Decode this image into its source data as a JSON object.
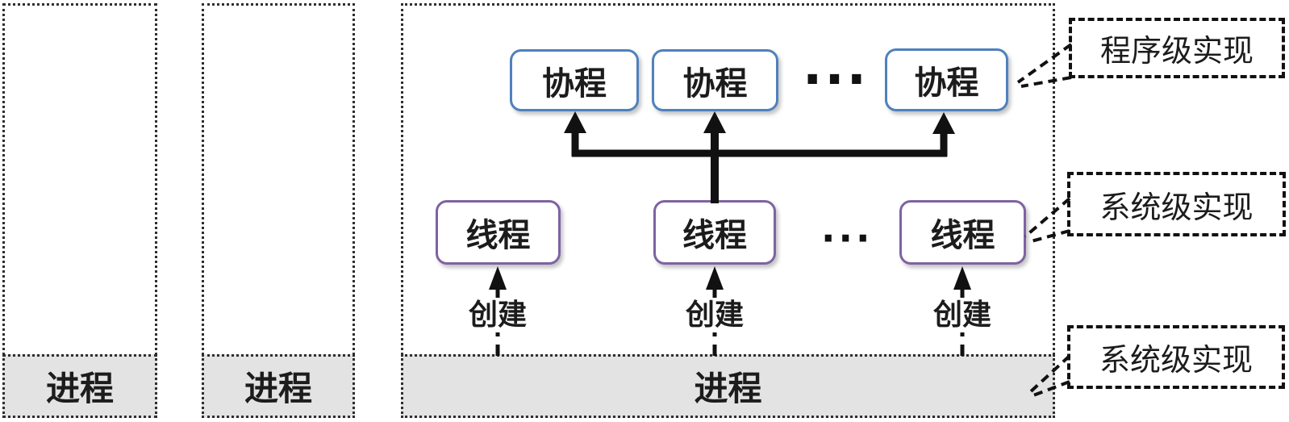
{
  "left_processes": [
    {
      "label": "进程"
    },
    {
      "label": "进程"
    }
  ],
  "main_box": {
    "process_label": "进程",
    "coroutine_row": {
      "boxes": [
        "协程",
        "协程",
        "协程"
      ],
      "ellipsis": "..."
    },
    "thread_row": {
      "boxes": [
        "线程",
        "线程",
        "线程"
      ],
      "ellipsis": "···"
    },
    "create_labels": [
      "创建",
      "创建",
      "创建"
    ]
  },
  "callouts": [
    {
      "label": "程序级实现"
    },
    {
      "label": "系统级实现"
    },
    {
      "label": "系统级实现"
    }
  ],
  "colors": {
    "coroutine_border": "#4f81bd",
    "thread_border": "#7e63a1",
    "process_bar_fill": "#e3e3e3",
    "box_border": "#2e2e2e",
    "connector_line": "#111111",
    "text": "#1c1c1c"
  }
}
